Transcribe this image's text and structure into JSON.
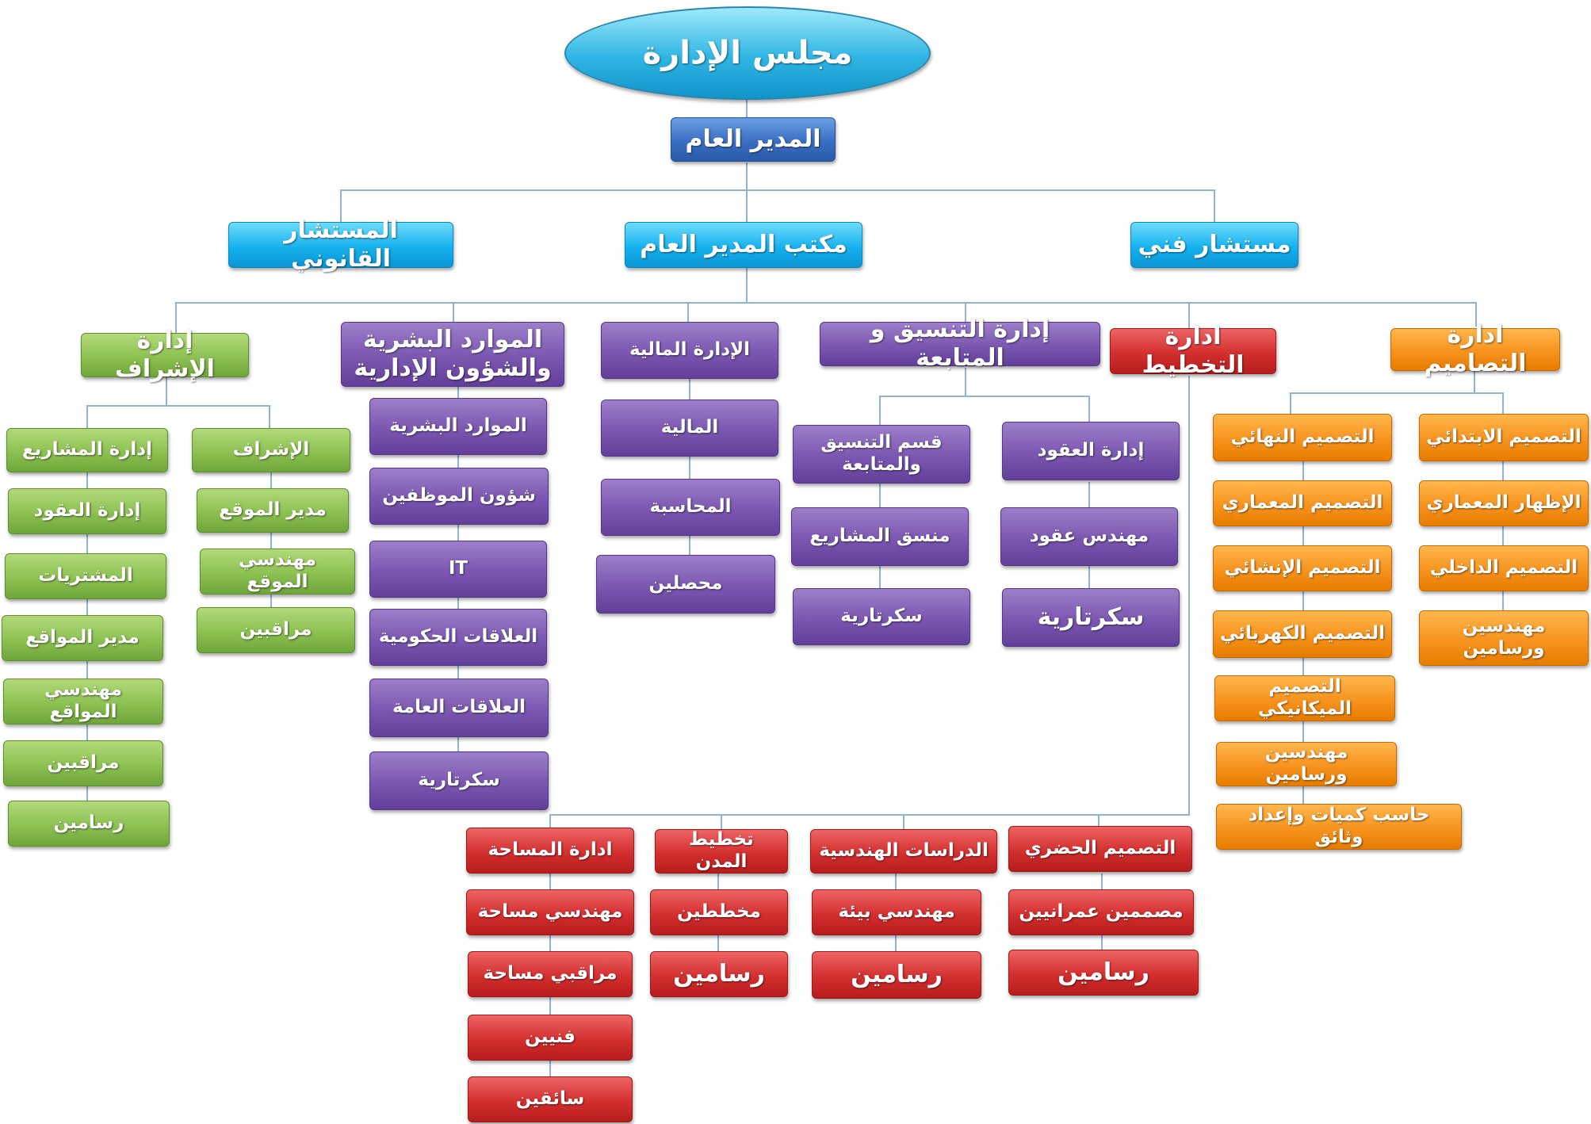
{
  "nodes": [
    {
      "id": "n_board",
      "label": "مجلس الإدارة",
      "color": "board",
      "size": "title"
    },
    {
      "id": "n_gm",
      "label": "المدير العام",
      "color": "dark",
      "size": "big"
    },
    {
      "id": "n_legal",
      "label": "المستشار القانوني",
      "color": "cyan",
      "size": "big"
    },
    {
      "id": "n_gmoffice",
      "label": "مكتب المدير العام",
      "color": "cyan",
      "size": "big"
    },
    {
      "id": "n_tech",
      "label": "مستشار فني",
      "color": "cyan",
      "size": "big"
    },
    {
      "id": "n_sup",
      "label": "إدارة الإشراف",
      "color": "green",
      "size": "big"
    },
    {
      "id": "n_hr",
      "label": "الموارد البشرية والشؤون الإدارية",
      "color": "purple",
      "size": "big"
    },
    {
      "id": "n_fin",
      "label": "الإدارة المالية",
      "color": "purple"
    },
    {
      "id": "n_coord",
      "label": "إدارة التنسيق و المتابعة",
      "color": "purple",
      "size": "big"
    },
    {
      "id": "n_plan",
      "label": "ادارة التخطيط",
      "color": "red",
      "size": "big"
    },
    {
      "id": "n_design",
      "label": "ادارة التصاميم",
      "color": "orange",
      "size": "big"
    },
    {
      "id": "g_proj",
      "label": "إدارة المشاريع",
      "color": "green"
    },
    {
      "id": "g_contracts",
      "label": "إدارة العقود",
      "color": "green"
    },
    {
      "id": "g_purch",
      "label": "المشتريات",
      "color": "green"
    },
    {
      "id": "g_sitesmgr",
      "label": "مدير المواقع",
      "color": "green"
    },
    {
      "id": "g_sitesengs",
      "label": "مهندسي المواقع",
      "color": "green"
    },
    {
      "id": "g_insp1",
      "label": "مراقبين",
      "color": "green"
    },
    {
      "id": "g_draft",
      "label": "رسامين",
      "color": "green"
    },
    {
      "id": "g_supv",
      "label": "الإشراف",
      "color": "green"
    },
    {
      "id": "g_sitemgr",
      "label": "مدير الموقع",
      "color": "green"
    },
    {
      "id": "g_siteeng",
      "label": "مهندسي الموقع",
      "color": "green"
    },
    {
      "id": "g_insp2",
      "label": "مراقبين",
      "color": "green"
    },
    {
      "id": "p_hr",
      "label": "الموارد البشرية",
      "color": "purple"
    },
    {
      "id": "p_emp",
      "label": "شؤون الموظفين",
      "color": "purple"
    },
    {
      "id": "p_it",
      "label": "IT",
      "color": "purple"
    },
    {
      "id": "p_gov",
      "label": "العلاقات الحكومية",
      "color": "purple"
    },
    {
      "id": "p_pr",
      "label": "العلاقات العامة",
      "color": "purple"
    },
    {
      "id": "p_sec1",
      "label": "سكرتارية",
      "color": "purple"
    },
    {
      "id": "p_finance",
      "label": "المالية",
      "color": "purple"
    },
    {
      "id": "p_acct",
      "label": "المحاسبة",
      "color": "purple"
    },
    {
      "id": "p_coll",
      "label": "محصلين",
      "color": "purple"
    },
    {
      "id": "p_coordsec",
      "label": "قسم التنسيق والمتابعة",
      "color": "purple"
    },
    {
      "id": "p_projcoord",
      "label": "منسق المشاريع",
      "color": "purple"
    },
    {
      "id": "p_sec2",
      "label": "سكرتارية",
      "color": "purple"
    },
    {
      "id": "p_contracts",
      "label": "إدارة العقود",
      "color": "purple"
    },
    {
      "id": "p_conteng",
      "label": "مهندس عقود",
      "color": "purple"
    },
    {
      "id": "p_sec3",
      "label": "سكرتارية",
      "color": "purple",
      "size": "big"
    },
    {
      "id": "r_survey",
      "label": "ادارة المساحة",
      "color": "red"
    },
    {
      "id": "r_surveng",
      "label": "مهندسي مساحة",
      "color": "red"
    },
    {
      "id": "r_survinsp",
      "label": "مراقبي مساحة",
      "color": "red"
    },
    {
      "id": "r_tech",
      "label": "فنيين",
      "color": "red"
    },
    {
      "id": "r_drivers",
      "label": "سائقين",
      "color": "red"
    },
    {
      "id": "r_cityplan",
      "label": "تخطيط المدن",
      "color": "red"
    },
    {
      "id": "r_planners",
      "label": "مخططين",
      "color": "red"
    },
    {
      "id": "r_draft1",
      "label": "رسامين",
      "color": "red",
      "size": "big"
    },
    {
      "id": "r_engstud",
      "label": "الدراسات الهندسية",
      "color": "red"
    },
    {
      "id": "r_enveng",
      "label": "مهندسي بيئة",
      "color": "red"
    },
    {
      "id": "r_draft2",
      "label": "رسامين",
      "color": "red",
      "size": "big"
    },
    {
      "id": "r_urban",
      "label": "التصميم الحضري",
      "color": "red"
    },
    {
      "id": "r_urbdes",
      "label": "مصممين عمرانيين",
      "color": "red"
    },
    {
      "id": "r_draft3",
      "label": "رسامين",
      "color": "red",
      "size": "big"
    },
    {
      "id": "o_prelim",
      "label": "التصميم الابتدائي",
      "color": "orange"
    },
    {
      "id": "o_archviz",
      "label": "الإظهار المعماري",
      "color": "orange"
    },
    {
      "id": "o_interior",
      "label": "التصميم الداخلي",
      "color": "orange"
    },
    {
      "id": "o_engdraft",
      "label": "مهندسين ورسامين",
      "color": "orange"
    },
    {
      "id": "o_final",
      "label": "التصميم النهائي",
      "color": "orange"
    },
    {
      "id": "o_arch",
      "label": "التصميم المعماري",
      "color": "orange"
    },
    {
      "id": "o_struct",
      "label": "التصميم الإنشائي",
      "color": "orange"
    },
    {
      "id": "o_elec",
      "label": "التصميم الكهربائي",
      "color": "orange"
    },
    {
      "id": "o_mech",
      "label": "التصميم الميكانيكي",
      "color": "orange"
    },
    {
      "id": "o_engdraft2",
      "label": "مهندسين ورسامين",
      "color": "orange"
    },
    {
      "id": "o_qs",
      "label": "حاسب كميات وإعداد وثائق",
      "color": "orange"
    }
  ]
}
